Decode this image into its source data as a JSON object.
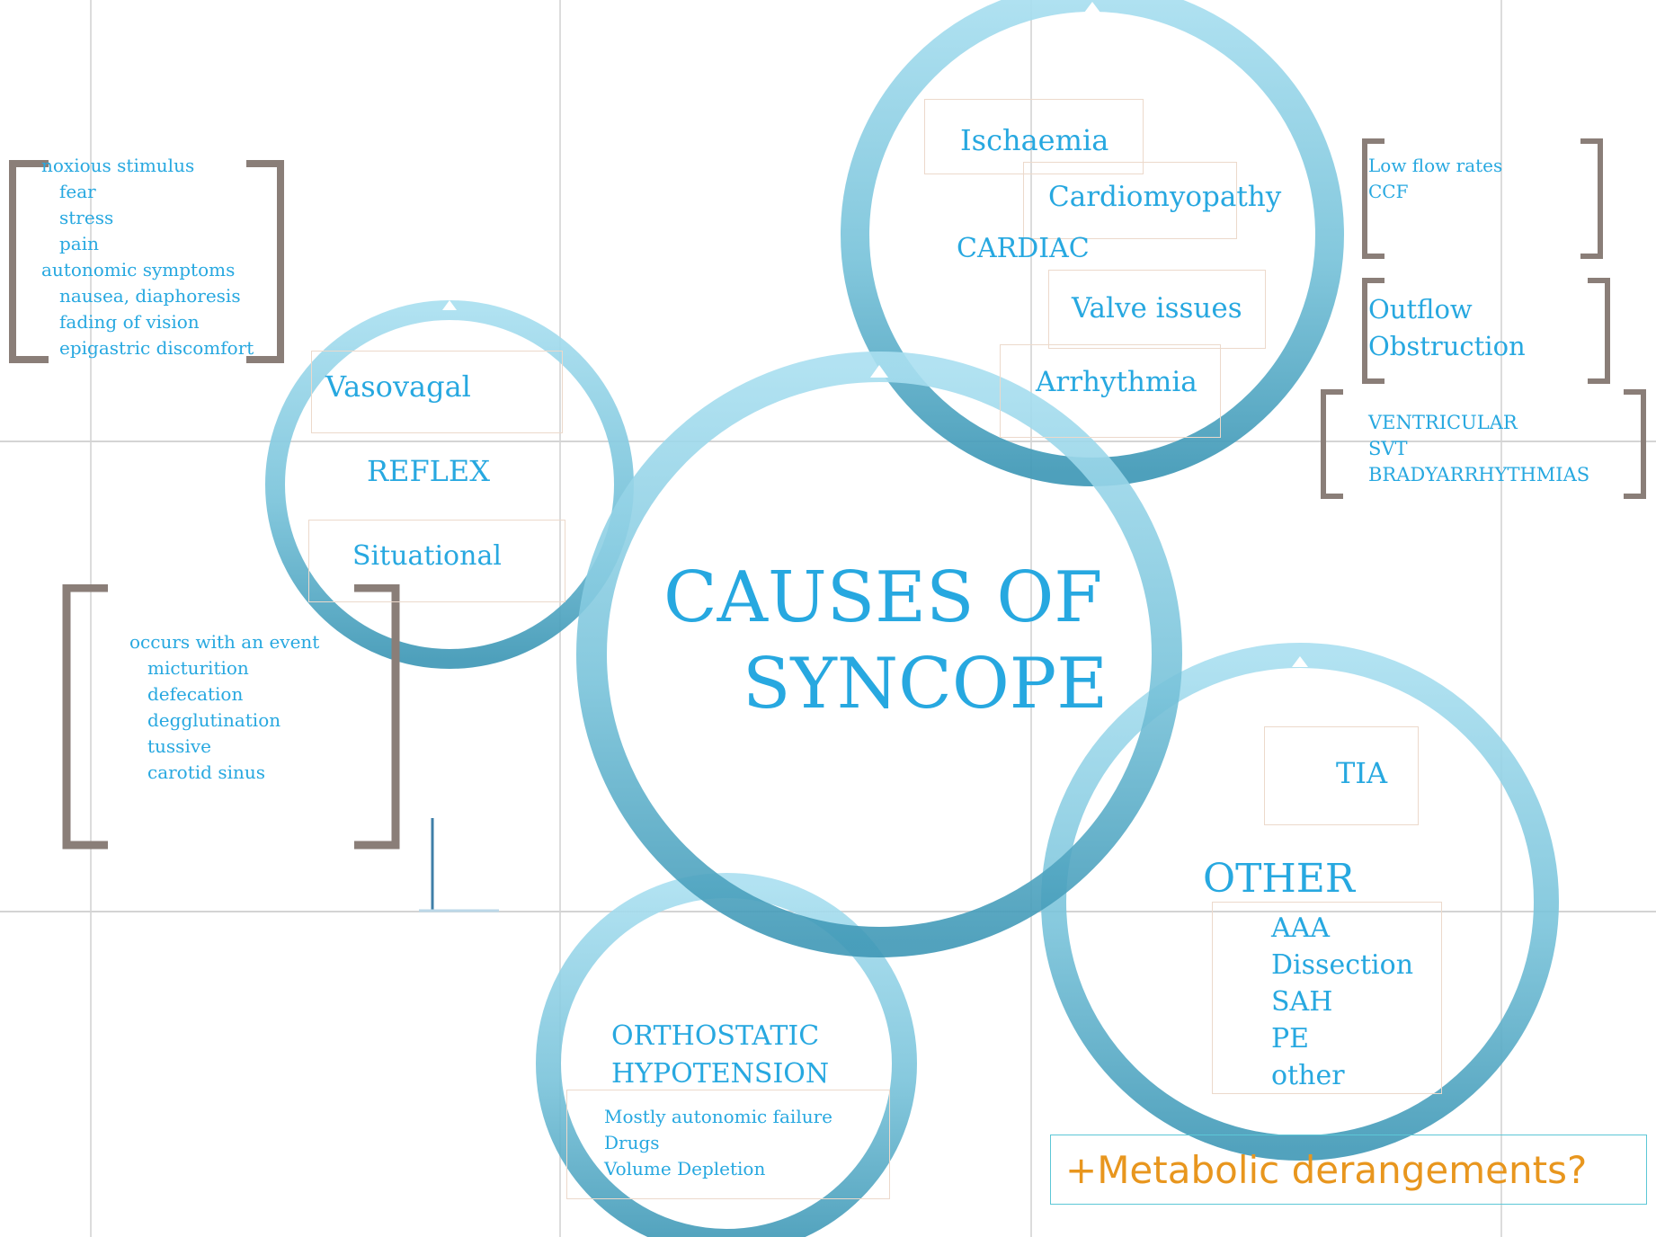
{
  "colors": {
    "ring_light": "#a9dff0",
    "ring_dark": "#3f98b6",
    "text_blue": "#27a8e0",
    "bracket": "#8a7e78",
    "box_border": "#ecd9cb",
    "accent_orange": "#e8961e"
  },
  "center": {
    "line1": "CAUSES OF",
    "line2": "SYNCOPE"
  },
  "reflex": {
    "title": "REFLEX",
    "boxes": [
      "Vasovagal",
      "Situational"
    ],
    "vasovagal_notes": [
      "noxious stimulus",
      "fear",
      "stress",
      "pain",
      "autonomic symptoms",
      "nausea, diaphoresis",
      "fading of vision",
      "epigastric discomfort"
    ],
    "situational_notes": [
      "occurs with an event",
      "micturition",
      "defecation",
      "degglutination",
      "tussive",
      "carotid sinus"
    ]
  },
  "cardiac": {
    "title": "CARDIAC",
    "boxes": [
      "Ischaemia",
      "Cardiomyopathy",
      "Valve issues",
      "Arrhythmia"
    ],
    "cardiomyopathy_notes": [
      "Low flow rates",
      "CCF"
    ],
    "valve_notes": [
      "Outflow",
      "Obstruction"
    ],
    "arrhythmia_notes": [
      "VENTRICULAR",
      "SVT",
      "BRADYARRHYTHMIAS"
    ]
  },
  "orthostatic": {
    "title_line1": "ORTHOSTATIC",
    "title_line2": "HYPOTENSION",
    "notes": [
      "Mostly autonomic failure",
      "Drugs",
      "Volume Depletion"
    ]
  },
  "other": {
    "title": "OTHER",
    "tia": "TIA",
    "items": [
      "AAA",
      "Dissection",
      "SAH",
      "PE",
      "other"
    ]
  },
  "metabolic": "+Metabolic derangements?"
}
